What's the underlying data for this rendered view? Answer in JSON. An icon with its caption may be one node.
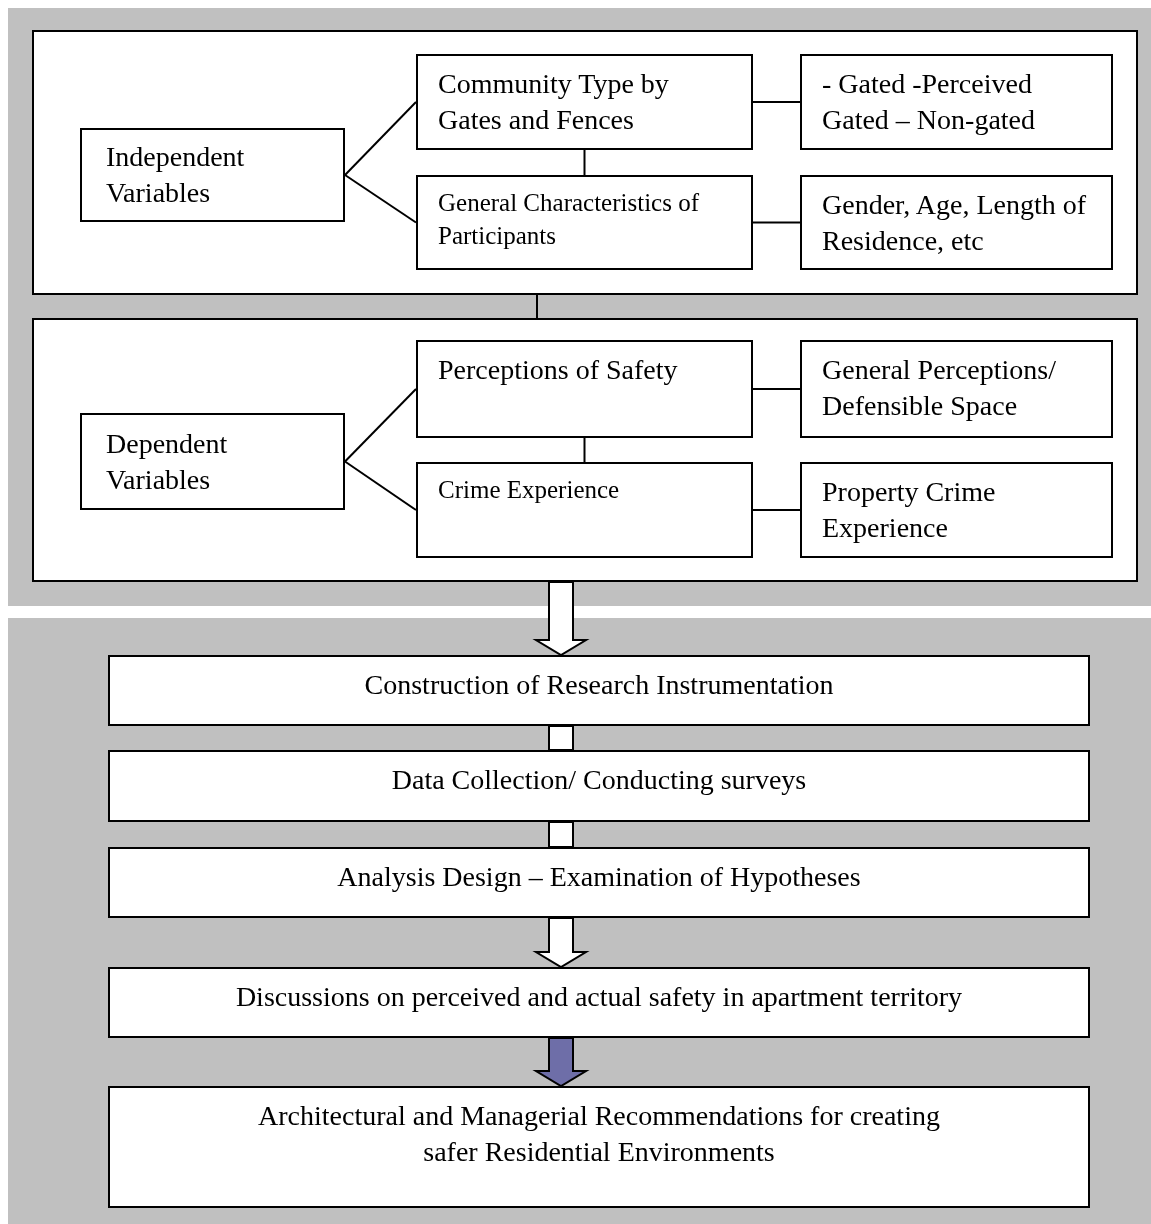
{
  "diagram": {
    "nodes": [
      {
        "text": [],
        "shape": "box"
      },
      {
        "text": [
          "Independent Variables"
        ],
        "in": 0
      },
      {
        "text": [
          "Community Type by Gates and Fences"
        ],
        "in": 0
      },
      {
        "text": [
          "General Characteristics of Participants"
        ],
        "in": 0
      },
      {
        "text": [
          "- Gated -Perceived Gated – Non-gated"
        ],
        "in": 0
      },
      {
        "text": [
          "Gender, Age, Length of Residence, etc"
        ],
        "in": 0
      },
      {
        "text": [],
        "shape": "box"
      },
      {
        "text": [
          "Dependent Variables"
        ],
        "in": 6
      },
      {
        "text": [
          "Perceptions of Safety"
        ],
        "in": 6
      },
      {
        "text": [
          "Crime Experience"
        ],
        "in": 6
      },
      {
        "text": [
          "General Perceptions/ Defensible Space"
        ],
        "in": 6
      },
      {
        "text": [
          "Property Crime Experience"
        ],
        "in": 6
      },
      {
        "text": [
          "Construction of Research Instrumentation"
        ]
      },
      {
        "text": [
          "Data Collection/ Conducting surveys"
        ]
      },
      {
        "text": [
          "Analysis Design – Examination of Hypotheses"
        ]
      },
      {
        "text": [
          "Discussions on perceived and actual safety in apartment territory"
        ]
      },
      {
        "text": [
          "Architectural and Managerial Recommendations for creating safer Residential Environments"
        ]
      }
    ],
    "edges": [
      {
        "from": 1,
        "to": 2,
        "arrow": "none"
      },
      {
        "from": 1,
        "to": 3,
        "arrow": "none"
      },
      {
        "from": 2,
        "to": 3,
        "arrow": "none"
      },
      {
        "from": 2,
        "to": 4,
        "arrow": "none"
      },
      {
        "from": 3,
        "to": 5,
        "arrow": "none"
      },
      {
        "from": 0,
        "to": 6,
        "arrow": "none"
      },
      {
        "from": 7,
        "to": 8,
        "arrow": "none"
      },
      {
        "from": 7,
        "to": 9,
        "arrow": "none"
      },
      {
        "from": 8,
        "to": 9,
        "arrow": "none"
      },
      {
        "from": 8,
        "to": 10,
        "arrow": "none"
      },
      {
        "from": 9,
        "to": 11,
        "arrow": "none"
      },
      {
        "from": 6,
        "to": 12,
        "arrow": "to",
        "style": "thick"
      },
      {
        "from": 12,
        "to": 13,
        "arrow": "none",
        "style": "thick"
      },
      {
        "from": 13,
        "to": 14,
        "arrow": "none",
        "style": "thick"
      },
      {
        "from": 14,
        "to": 15,
        "arrow": "to",
        "style": "thick"
      },
      {
        "from": 15,
        "to": 16,
        "arrow": "to",
        "style": "thick",
        "color": "#6e6ea8"
      }
    ]
  }
}
